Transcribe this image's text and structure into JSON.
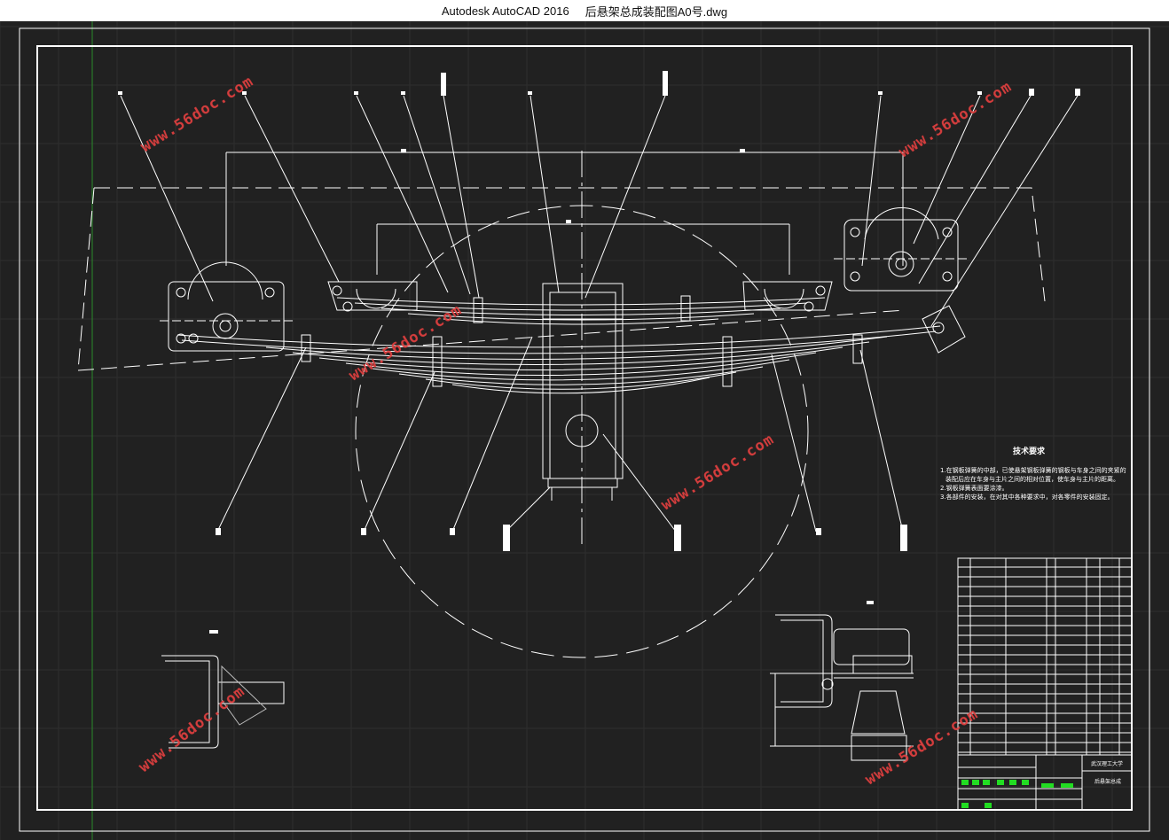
{
  "window": {
    "app": "Autodesk AutoCAD 2016",
    "file": "后悬架总成装配图A0号.dwg"
  },
  "drawing": {
    "tech_req_title": "技术要求",
    "tech_req_lines": [
      "1.在钢板弹簧的中部，已使悬架钢板弹簧的钢板与车身之间的夹紧的",
      "装配后应在车身与主片之间的相对位置，使车身与主片的距离。",
      "2.钢板弹簧表面要涂漆。",
      "3.各部件的安装，在对其中各种要求中，对各零件的安装固定。"
    ],
    "title_block_school": "武汉理工大学",
    "title_block_name": "后悬架总成",
    "watermark": "www.56doc.com",
    "colors": {
      "background": "#212121",
      "line": "#ffffff",
      "watermark": "#e04040",
      "accent": "#22dd22"
    }
  }
}
